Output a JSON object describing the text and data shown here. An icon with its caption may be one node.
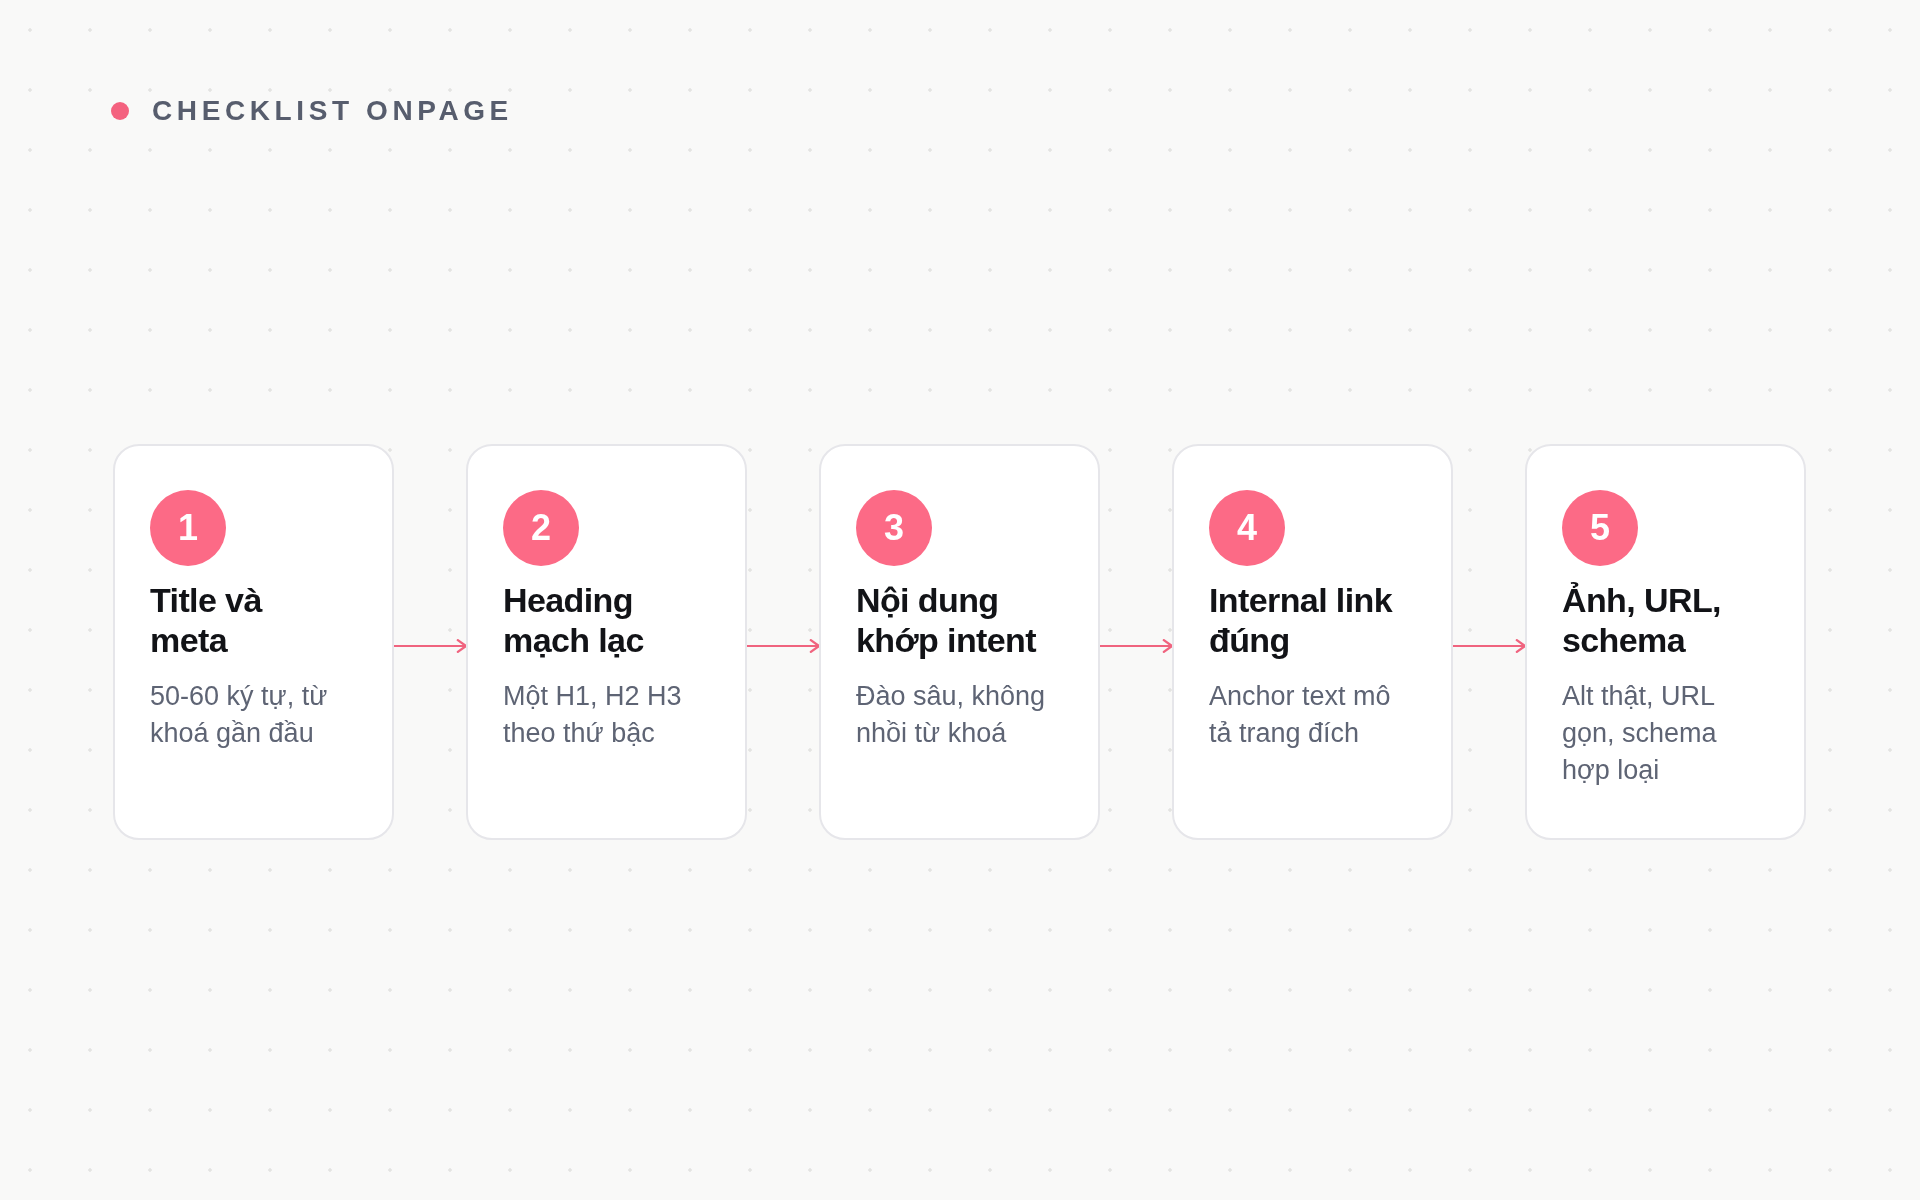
{
  "diagram": {
    "title": "CHECKLIST ONPAGE",
    "nodes": [
      {
        "text": [
          "Title và meta",
          "50-60 ký tự, từ khoá gần đầu"
        ]
      },
      {
        "text": [
          "1"
        ],
        "in": 0
      },
      {
        "text": [
          "Heading mạch lạc",
          "Một H1, H2 H3 theo thứ bậc"
        ]
      },
      {
        "text": [
          "2"
        ],
        "in": 2
      },
      {
        "text": [
          "Nội dung khớp intent",
          "Đào sâu, không nhồi từ khoá"
        ]
      },
      {
        "text": [
          "3"
        ],
        "in": 4
      },
      {
        "text": [
          "Internal link đúng",
          "Anchor text mô tả trang đích"
        ]
      },
      {
        "text": [
          "4"
        ],
        "in": 6
      },
      {
        "text": [
          "Ảnh, URL, schema",
          "Alt thật, URL gọn, schema hợp loại"
        ]
      },
      {
        "text": [
          "5"
        ],
        "in": 8
      }
    ],
    "edges": [
      {
        "from": 0,
        "to": 2,
        "arrow": "to"
      },
      {
        "from": 2,
        "to": 4,
        "arrow": "to"
      },
      {
        "from": 4,
        "to": 6,
        "arrow": "to"
      },
      {
        "from": 6,
        "to": 8,
        "arrow": "to"
      }
    ]
  }
}
